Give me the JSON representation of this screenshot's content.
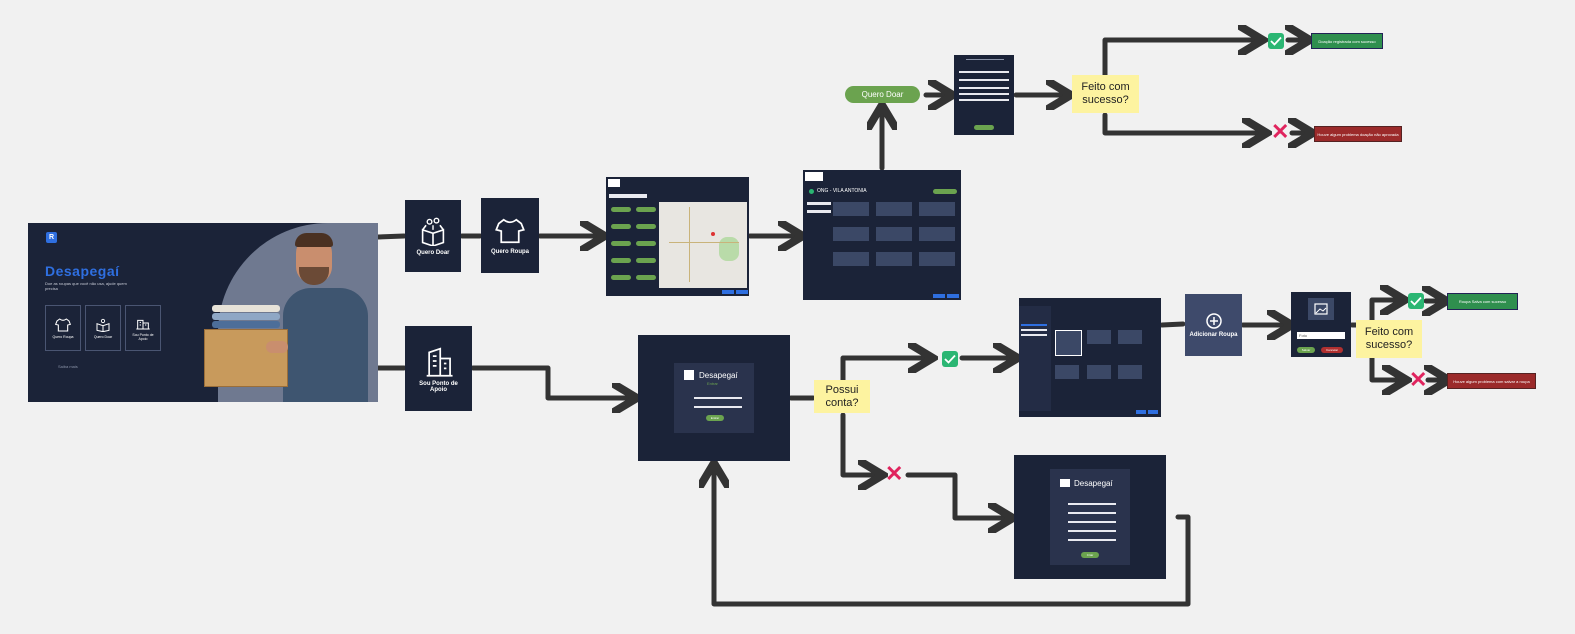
{
  "hero": {
    "brand": "Desapegaí",
    "tagline": "Doe as roupas que você não usa, ajude quem precisa",
    "cards": [
      "Quero Roupa",
      "Quero Doar",
      "Sou Ponto de Apoio"
    ],
    "footer_link": "Saiba mais"
  },
  "nodes": {
    "quero_doar": "Quero Doar",
    "quero_roupa": "Quero Roupa",
    "sou_ponto": "Sou Ponto de Apoio",
    "quero_doar_pill": "Quero Doar",
    "adicionar_roupa": "Adicionar Roupa",
    "login_title": "Desapegaí",
    "login_sub": "Entrar",
    "login_btn": "Entrar",
    "signup_title": "Desapegaí",
    "signup_btn": "Criar",
    "foto_placeholder": "Foto",
    "salvar": "Salvar",
    "cancelar": "Cancelar",
    "ong_header": "ONG - VILA ANTONIA"
  },
  "decisions": {
    "feito1": "Feito com sucesso?",
    "possui": "Possui conta?",
    "feito2": "Feito com sucesso?"
  },
  "results": {
    "doacao_ok": "Doação registrada com sucesso",
    "doacao_err": "Houve algum problema doação não aprovada",
    "roupa_ok": "Roupa Salva com sucesso",
    "roupa_err": "Houve algum problema com salvar a roupa"
  },
  "colors": {
    "navy": "#1b2338",
    "sticky": "#fdf3a0",
    "success": "#2f8f4e",
    "error": "#9b2a2a",
    "accent": "#6ba34f"
  }
}
